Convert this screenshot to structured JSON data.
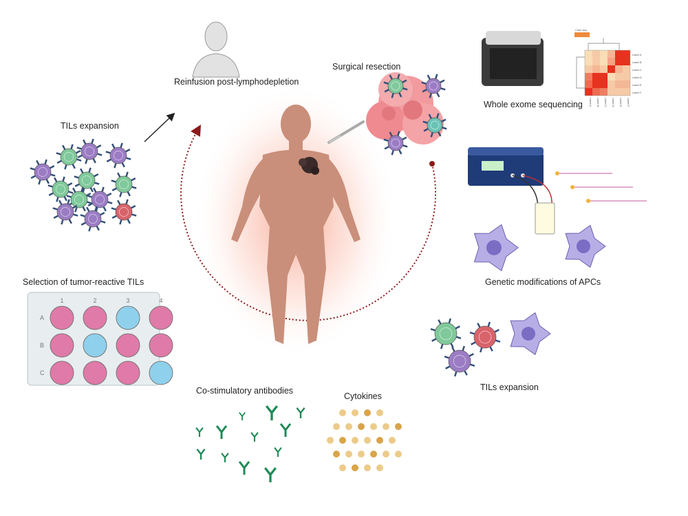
{
  "labels": {
    "reinfusion": "Reinfusion post-lymphodepletion",
    "tils_expansion_left": "TILs expansion",
    "surgical_resection": "Surgical resection",
    "whole_exome": "Whole exome sequencing",
    "genetic_mod": "Genetic modifications of APCs",
    "selection": "Selection of tumor-reactive TILs",
    "costim": "Co-stimulatory antibodies",
    "cytokines": "Cytokines",
    "tils_expansion_right": "TILs expansion"
  },
  "plate": {
    "columns": [
      "1",
      "2",
      "3",
      "4"
    ],
    "rows": [
      "A",
      "B",
      "C"
    ],
    "wells": [
      [
        "pink",
        "pink",
        "blue",
        "pink"
      ],
      [
        "pink",
        "blue",
        "pink",
        "pink"
      ],
      [
        "pink",
        "pink",
        "pink",
        "blue"
      ]
    ]
  },
  "heatmap": {
    "legend": "Color key",
    "row_labels": [
      "Label A",
      "Label B",
      "Label C",
      "Label D",
      "Label E",
      "Label F"
    ],
    "col_labels": [
      "Label A",
      "Label B",
      "Label C",
      "Label D",
      "Label E",
      "Label F"
    ],
    "values": [
      [
        0.1,
        0.2,
        0.1,
        0.3,
        1.0,
        1.0
      ],
      [
        0.1,
        0.2,
        0.1,
        0.4,
        1.0,
        1.0
      ],
      [
        0.2,
        0.3,
        0.2,
        1.0,
        0.3,
        0.2
      ],
      [
        0.6,
        1.0,
        1.0,
        0.1,
        0.2,
        0.2
      ],
      [
        0.7,
        1.0,
        1.0,
        0.2,
        0.3,
        0.3
      ],
      [
        1.0,
        0.7,
        0.6,
        0.2,
        0.2,
        0.2
      ]
    ]
  },
  "colors": {
    "skin": "#c98f7a",
    "glow": "#f7a08a",
    "cycle": "#8b1a1a",
    "green_cell": "#7fc99a",
    "purple_cell": "#9b7cc4",
    "red_cell": "#d9636b",
    "teal_cell": "#6bc3b6",
    "apc": "#b8aee6",
    "antibody": "#1e8a55",
    "cytokine": "#e3b664",
    "well_pink": "#e07aa8",
    "well_blue": "#8fd0ec"
  }
}
